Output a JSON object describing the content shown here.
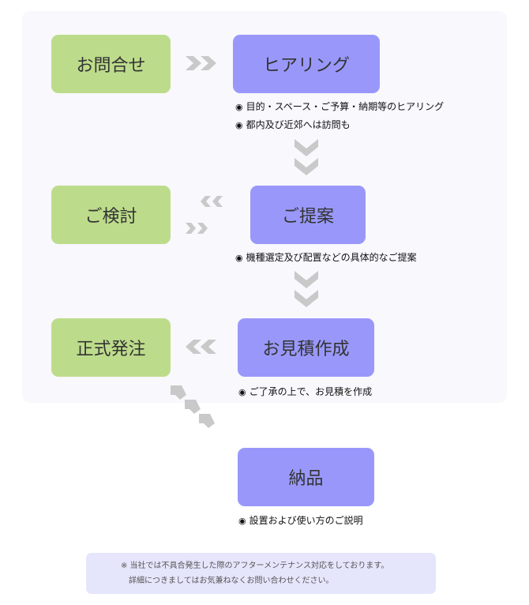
{
  "steps": {
    "inquiry": "お問合せ",
    "hearing": "ヒアリング",
    "consideration": "ご検討",
    "proposal": "ご提案",
    "order": "正式発注",
    "estimate": "お見積作成",
    "delivery": "納品"
  },
  "notes": {
    "hearing_1": "目的・スペース・ご予算・納期等のヒアリング",
    "hearing_2": "都内及び近郊へは訪問も",
    "proposal_1": "機種選定及び配置などの具体的なご提案",
    "estimate_1": "ご了承の上で、お見積を作成",
    "delivery_1": "設置および使い方のご説明"
  },
  "bullet": "◉",
  "footer": {
    "line1": "※ 当社では不具合発生した際のアフターメンテナンス対応をしております。",
    "line2": "詳細につきましてはお気兼ねなくお問い合わせください。"
  },
  "colors": {
    "green_box": "#bddc8b",
    "purple_box": "#9998fa",
    "arrow": "#c9c9c9",
    "panel": "#f8f8fd",
    "footer_bg": "#e5e5fc"
  },
  "icons": [
    "double-chevron-right-icon",
    "double-chevron-down-icon",
    "double-chevron-left-icon",
    "chevron-diagonal-icon"
  ]
}
